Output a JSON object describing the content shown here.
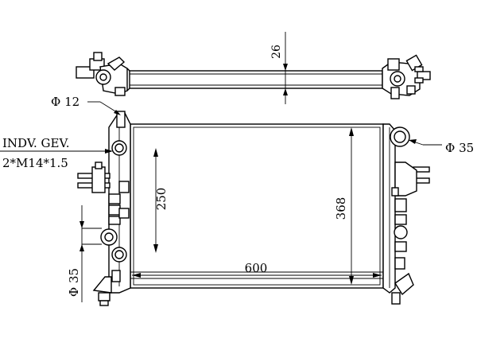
{
  "labels": {
    "top_dim": "26",
    "phi12": "Φ 12",
    "indv_line1": "INDV. GEV.",
    "indv_line2": "2*M14*1.5",
    "phi35_right": "Φ 35",
    "dim_250": "250",
    "dim_368": "368",
    "dim_600": "600",
    "phi35_left": "Φ 35"
  }
}
